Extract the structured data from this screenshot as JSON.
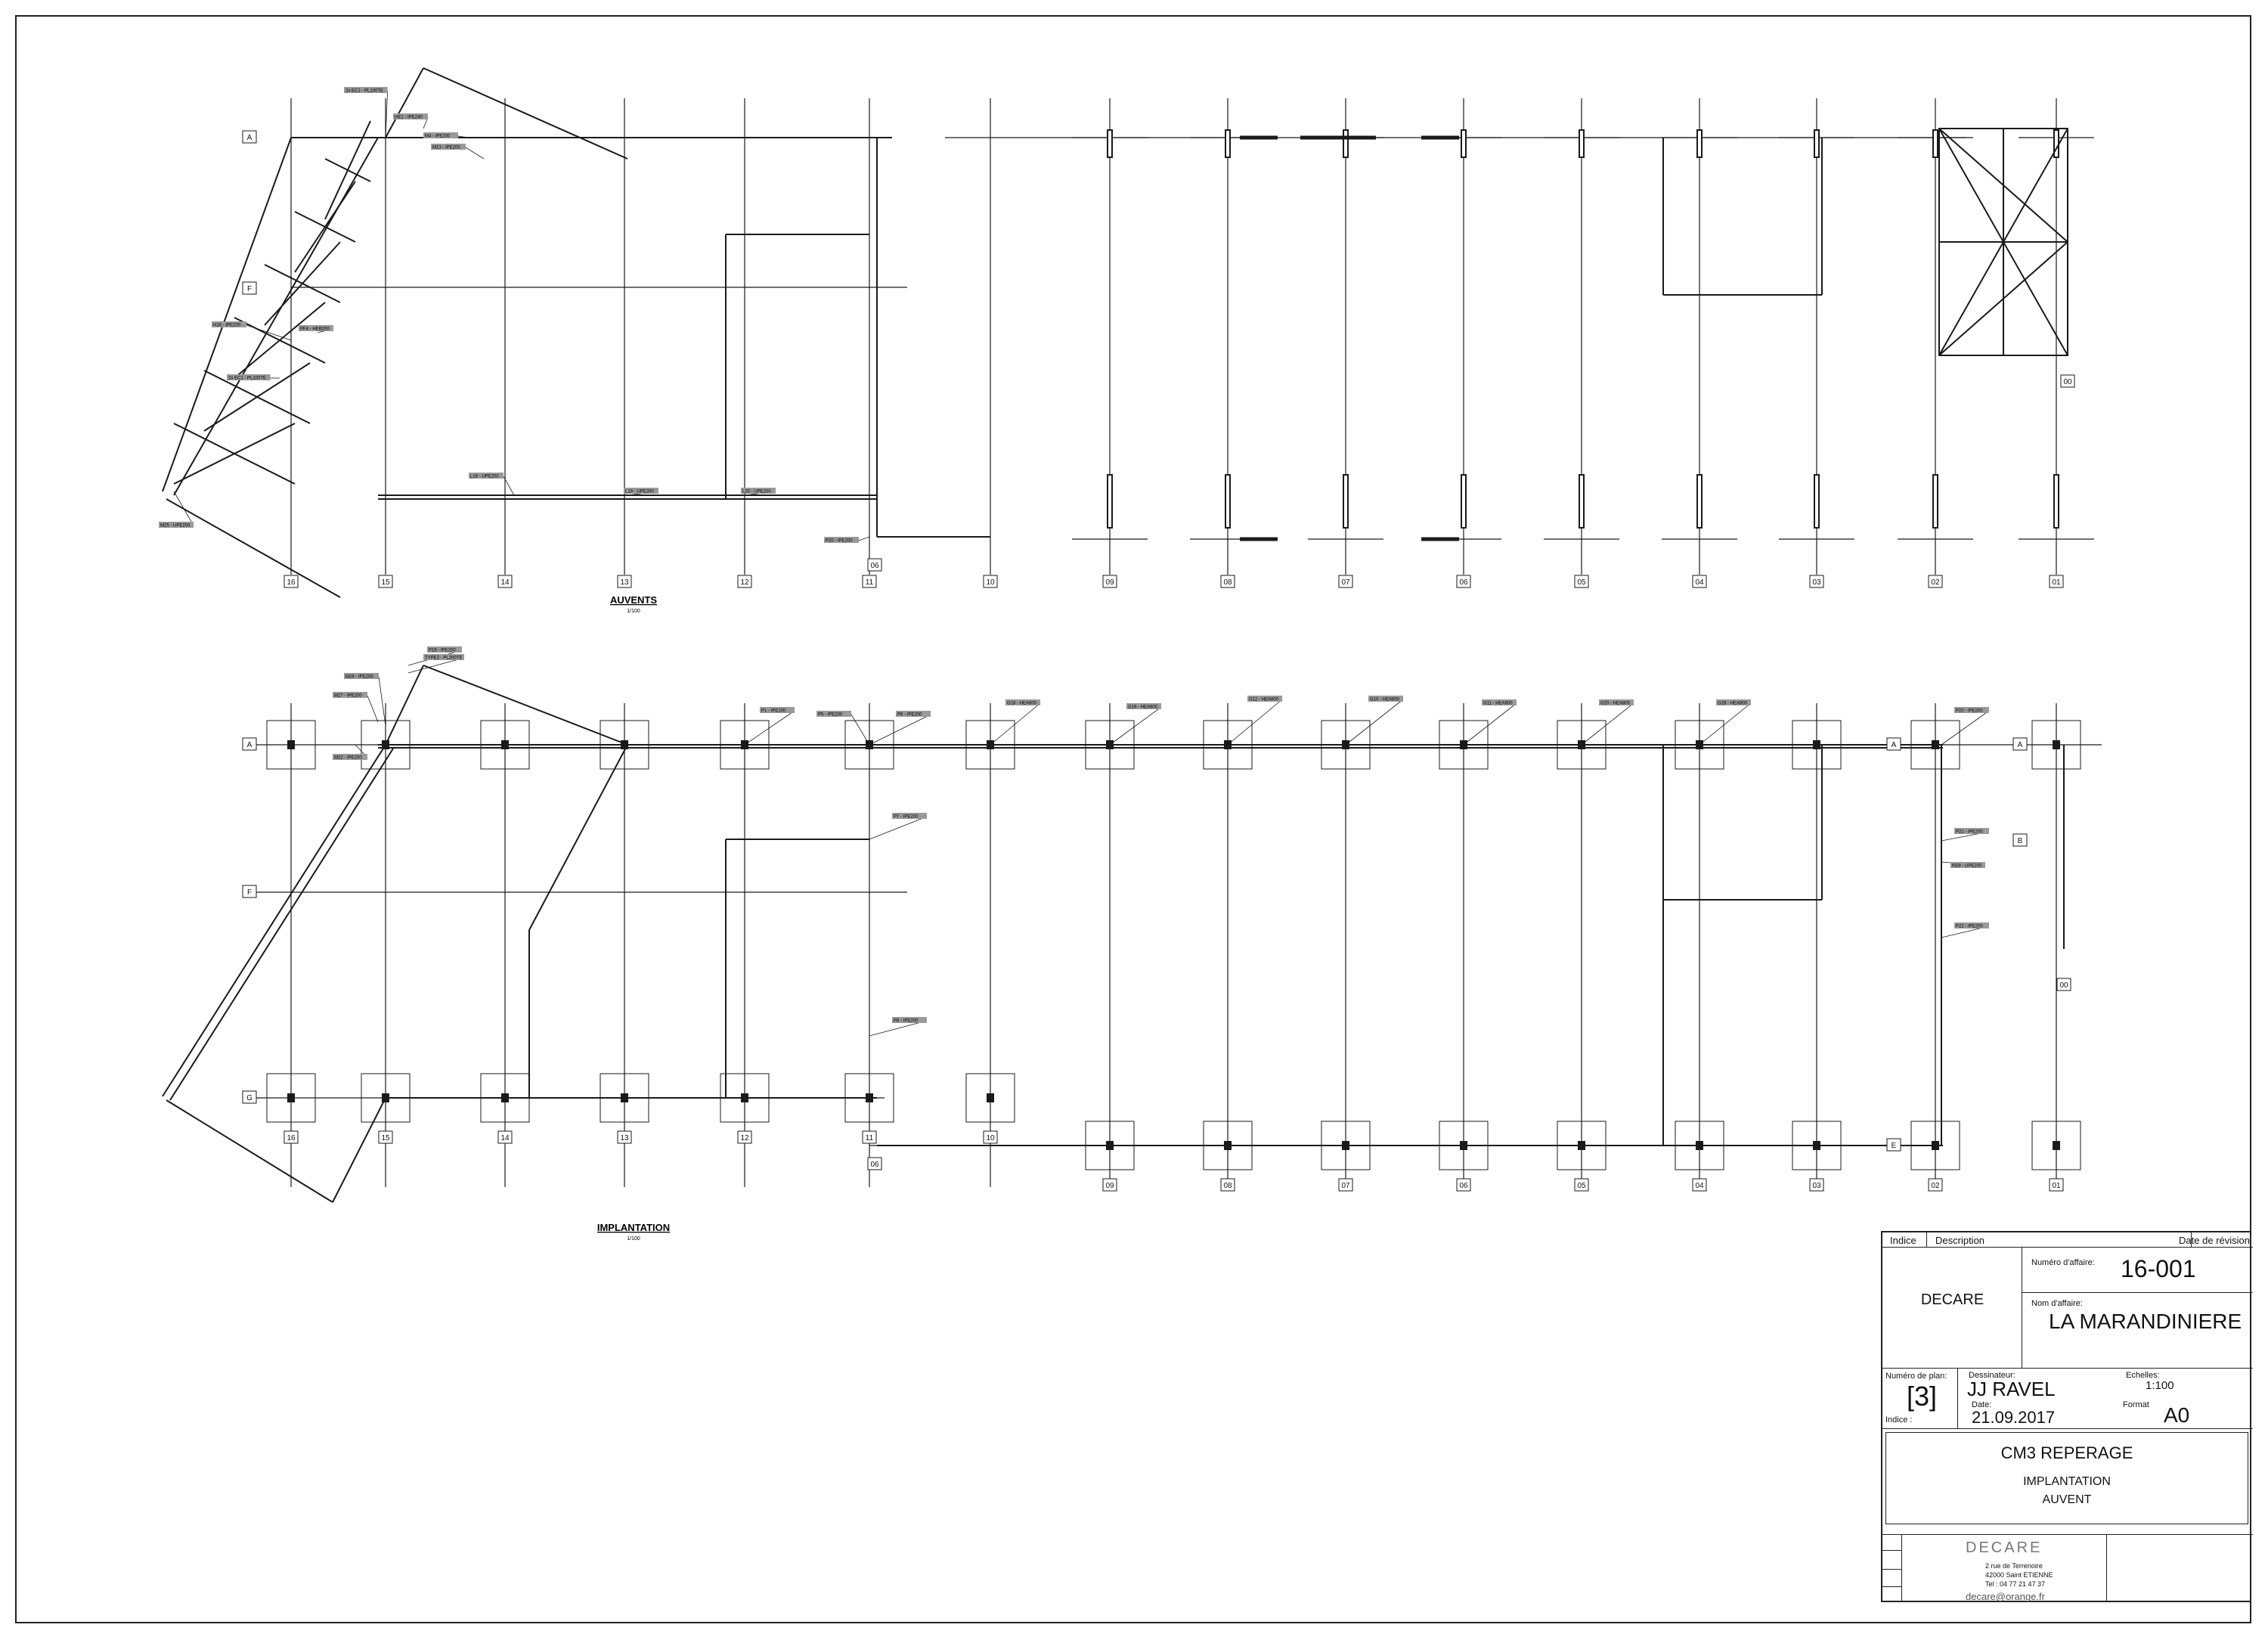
{
  "drawing": {
    "view_top_title": "AUVENTS",
    "view_top_scale": "1/100",
    "view_bottom_title": "IMPLANTATION",
    "view_bottom_scale": "1/100",
    "axis_numbers": [
      "16",
      "15",
      "14",
      "13",
      "12",
      "11",
      "10",
      "09",
      "08",
      "07",
      "06",
      "05",
      "04",
      "03",
      "02",
      "01",
      "00"
    ],
    "axis_letters": [
      "A",
      "B",
      "F",
      "G",
      "E"
    ],
    "sample_tags_top": [
      "2x EC1 - PL100TE",
      "HE1 - IPE240",
      "M4 - IPE200",
      "H16 - IPE200",
      "PF4 - HEB200",
      "2x EC1 - PL100TE",
      "M13 - IPE200",
      "L18 - UPE200",
      "L19 - UPE200",
      "L20 - UPE200",
      "P20 - IPE200",
      "M25 - UPE200"
    ],
    "sample_tags_bottom": [
      "P18 - IPE200",
      "TYPE2 - PL200TE",
      "M26 - IPE200",
      "M27 - IPE200",
      "M22 - IPE200",
      "P1 - IPE200",
      "P5 - IPE200",
      "P6 - IPE200",
      "G18 - HEA800",
      "G19 - HEA800",
      "G12 - HEA800",
      "G10 - HEA800",
      "G11 - HEA800",
      "G20 - HEA800",
      "G28 - HEA800",
      "P20 - IPE200",
      "P21 - IPE200",
      "P22 - IPE200",
      "M28 - UPE200",
      "P7 - IPE200",
      "P8 - IPE200"
    ],
    "color_line": "#1a1a1a",
    "color_tag": "#9a9a9a"
  },
  "title_block": {
    "indice_label": "Indice",
    "description_label": "Description",
    "revision_date_label": "Date de révision",
    "company_name": "DECARE",
    "affaire_number_label": "Numéro d'affaire:",
    "affaire_number": "16-001",
    "affaire_name_label": "Nom d'affaire:",
    "affaire_name": "LA MARANDINIERE",
    "plan_number_label": "Numéro de plan:",
    "plan_number": "[3]",
    "indice_small_label": "Indice :",
    "designer_label": "Dessinateur:",
    "designer": "JJ RAVEL",
    "scales_label": "Echelles:",
    "scale": "1:100",
    "date_label": "Date:",
    "date": "21.09.2017",
    "format_label": "Format",
    "format": "A0",
    "drawing_title": "CM3 REPERAGE",
    "drawing_subtitle_1": "IMPLANTATION",
    "drawing_subtitle_2": "AUVENT",
    "logo_text": "DECARE",
    "address_1": "2 rue de Terrenoire",
    "address_2": "42000 Saint ETIENNE",
    "phone": "Tel : 04 77 21 47 37",
    "email": "decare@orange.fr"
  }
}
